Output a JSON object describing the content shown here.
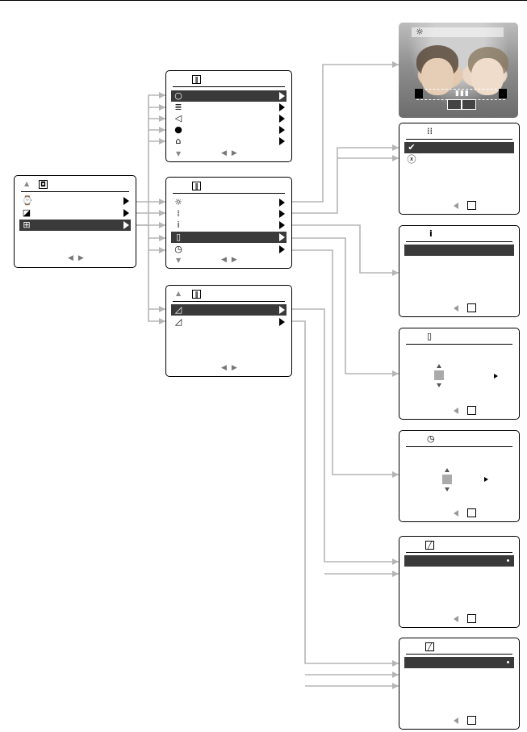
{
  "icons": {
    "camera": "camera-icon",
    "setup": "setup-icon",
    "sun": "brightness-icon",
    "check": "check-icon",
    "info": "info-icon",
    "card": "memory-card-icon",
    "clock": "clock-icon",
    "diagonal": "diagonal-icon"
  },
  "main_menu": {
    "rows": [
      "capture-mode",
      "contrast",
      "setup"
    ]
  },
  "setup_page1": {
    "rows": [
      "self-timer",
      "list",
      "sound",
      "record",
      "home"
    ]
  },
  "setup_page2": {
    "rows": [
      "brightness",
      "grid",
      "info",
      "card",
      "clock"
    ]
  },
  "setup_page3": {
    "rows": [
      "diagonal-1",
      "diagonal-2"
    ]
  },
  "colors": {
    "selection": "#3a3a3a",
    "connector": "#b5b5b5"
  }
}
